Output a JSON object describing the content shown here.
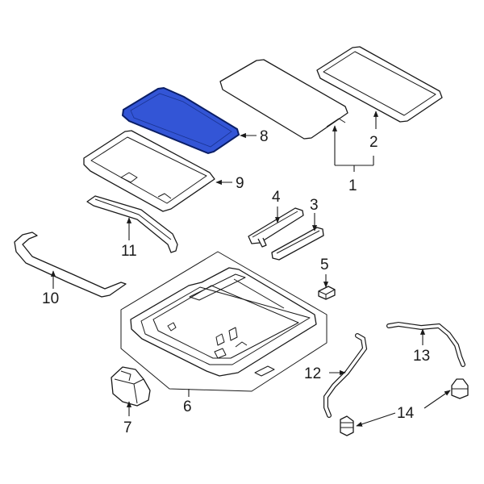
{
  "colors": {
    "highlight_fill": "#3355d6",
    "highlight_stroke": "#0a1e66",
    "line": "#1a1a1a",
    "background": "#ffffff"
  },
  "highlighted_part": "8",
  "callouts": {
    "c1": "1",
    "c2": "2",
    "c3": "3",
    "c4": "4",
    "c5": "5",
    "c6": "6",
    "c7": "7",
    "c8": "8",
    "c9": "9",
    "c10": "10",
    "c11": "11",
    "c12": "12",
    "c13": "13",
    "c14": "14"
  }
}
